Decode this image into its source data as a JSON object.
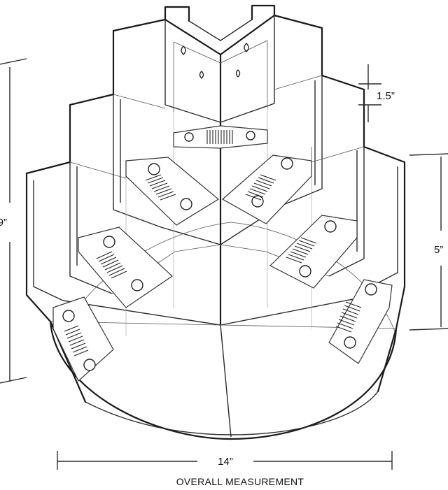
{
  "dimensions": {
    "left_height": "9”",
    "thickness": "1.5”",
    "right_height": "5”",
    "width": "14”"
  },
  "caption": "OVERALL MEASUREMENT",
  "colors": {
    "line": "#1a1a1a",
    "background": "#ffffff"
  }
}
